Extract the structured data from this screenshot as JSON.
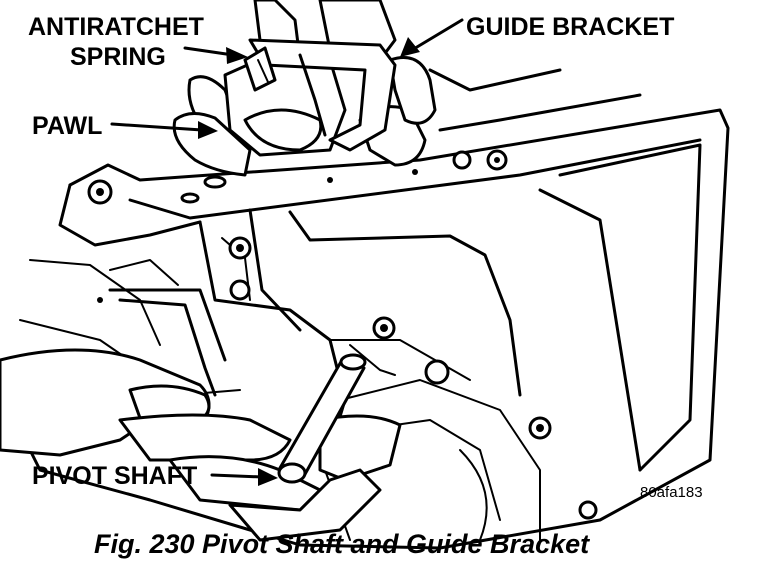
{
  "labels": {
    "antiratchet_line1": "ANTIRATCHET",
    "antiratchet_line2": "SPRING",
    "guide_bracket": "GUIDE BRACKET",
    "pawl": "PAWL",
    "pivot_shaft": "PIVOT SHAFT",
    "image_code": "80afa183"
  },
  "caption": "Fig. 230 Pivot Shaft and Guide Bracket"
}
